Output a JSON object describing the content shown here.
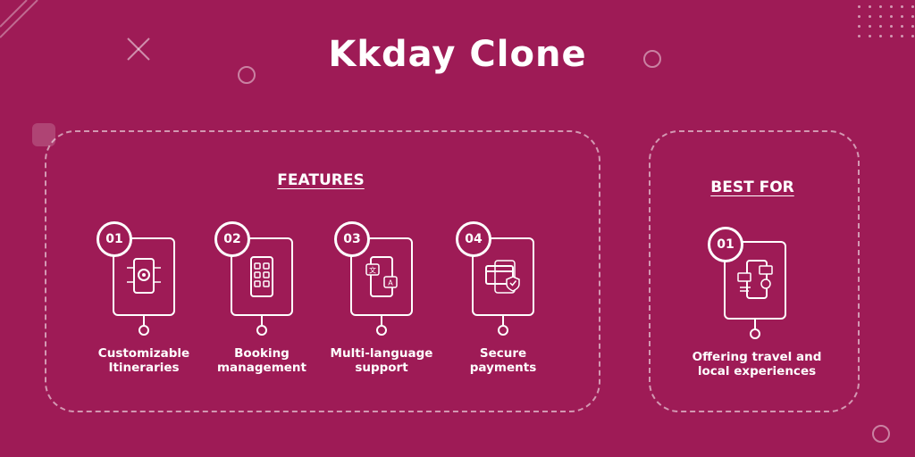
{
  "title": "Kkday Clone",
  "features": {
    "heading": "FEATURES",
    "items": [
      {
        "num": "01",
        "line1": "Customizable",
        "line2": "Itineraries",
        "icon": "phone-settings-icon"
      },
      {
        "num": "02",
        "line1": "Booking",
        "line2": "management",
        "icon": "phone-grid-icon"
      },
      {
        "num": "03",
        "line1": "Multi-language",
        "line2": "support",
        "icon": "phone-translate-icon"
      },
      {
        "num": "04",
        "line1": "Secure",
        "line2": "payments",
        "icon": "card-shield-icon"
      }
    ]
  },
  "best_for": {
    "heading": "BEST FOR",
    "items": [
      {
        "num": "01",
        "line1": "Offering travel and",
        "line2": "local experiences",
        "icon": "phone-dashboard-icon"
      }
    ]
  },
  "colors": {
    "background": "#9e1b56",
    "foreground": "#ffffff"
  }
}
